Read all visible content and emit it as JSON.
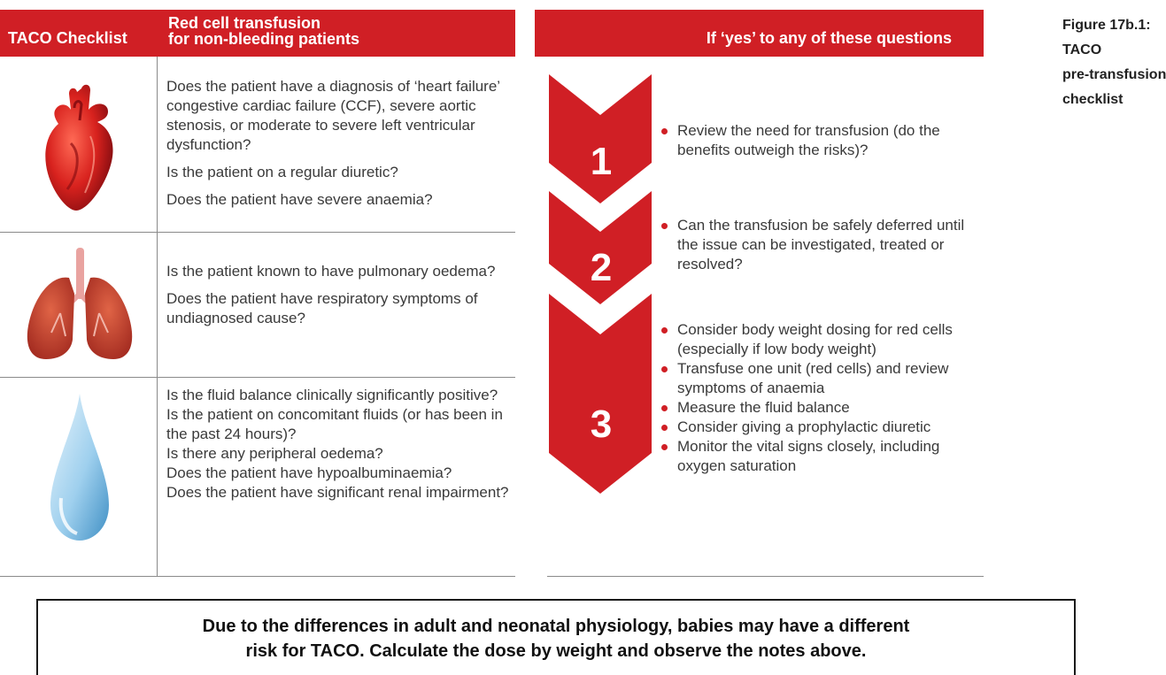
{
  "header": {
    "checklist_label": "TACO Checklist",
    "title_line1": "Red cell transfusion",
    "title_line2": "for non-bleeding patients",
    "right_title": "If ‘yes’ to any of these questions"
  },
  "caption": {
    "line1": "Figure 17b.1:",
    "line2": "TACO",
    "line3": "pre-transfusion",
    "line4": "checklist"
  },
  "sections": [
    {
      "icon": "heart-icon",
      "questions": [
        "Does the patient have a diagnosis of ‘heart failure’ congestive cardiac failure (CCF), severe aortic stenosis, or moderate to severe left ventricular dysfunction?",
        "Is the patient on a regular diuretic?",
        "Does the patient have severe anaemia?"
      ]
    },
    {
      "icon": "lungs-icon",
      "questions": [
        "Is the patient known to have pulmonary oedema?",
        "Does the patient have respiratory symptoms of undiagnosed cause?"
      ]
    },
    {
      "icon": "water-drop-icon",
      "questions": [
        "Is the fluid balance clinically significantly positive?",
        "Is the patient on concomitant fluids (or has been in the past 24 hours)?",
        "Is there any peripheral oedema?",
        "Does the patient have hypoalbuminaemia?",
        "Does the patient have significant renal impairment?"
      ]
    }
  ],
  "steps": [
    {
      "number": "1",
      "actions": [
        "Review the need for transfusion (do the benefits outweigh the risks)?"
      ]
    },
    {
      "number": "2",
      "actions": [
        "Can the transfusion be safely deferred until the issue can be investigated, treated or resolved?"
      ]
    },
    {
      "number": "3",
      "actions": [
        "Consider body weight dosing for red cells (especially if low body weight)",
        "Transfuse one unit (red cells) and review symptoms of anaemia",
        "Measure the fluid balance",
        "Consider giving a prophylactic diuretic",
        "Monitor the vital signs closely, including oxygen saturation"
      ]
    }
  ],
  "note": {
    "line1": "Due to the differences in adult and neonatal physiology, babies may have a different",
    "line2": "risk for TACO. Calculate the dose by weight and observe the notes above."
  },
  "colors": {
    "accent": "#d01f25",
    "text": "#3a3a3a",
    "rule": "#8a8a8a"
  }
}
